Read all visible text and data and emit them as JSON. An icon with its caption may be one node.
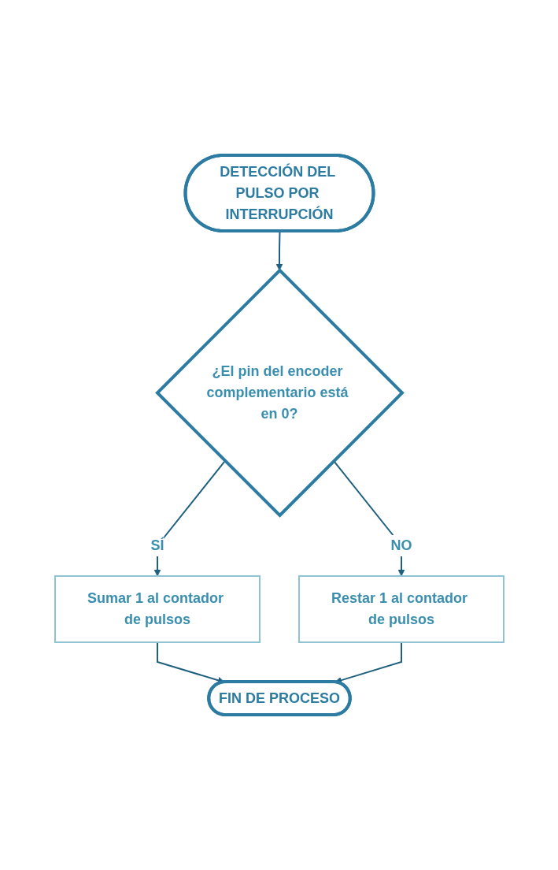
{
  "diagram": {
    "nodes": [
      {
        "text": [
          "DETECCIÓN DEL PULSO POR INTERRUPCIÓN"
        ]
      },
      {
        "text": [
          "¿El pin del encoder complementario está en 0?"
        ]
      },
      {
        "text": [
          "Restar 1 al contador de pulsos"
        ]
      },
      {
        "text": [
          "Sumar 1 al contador de pulsos"
        ]
      },
      {
        "text": [
          "FIN DE PROCESO"
        ]
      }
    ],
    "edges": [
      {
        "from": 0,
        "to": 1,
        "arrow": "to"
      },
      {
        "from": 1,
        "to": 2,
        "label": "NO",
        "arrow": "to"
      },
      {
        "from": 1,
        "to": 3,
        "label": "SÍ",
        "arrow": "to"
      },
      {
        "from": 3,
        "to": 4,
        "arrow": "to"
      },
      {
        "from": 2,
        "to": 4,
        "arrow": "to"
      }
    ]
  }
}
